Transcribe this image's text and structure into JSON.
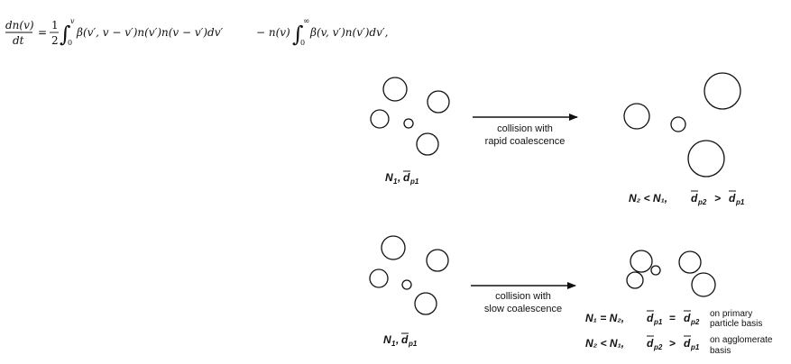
{
  "equation": {
    "lhs_num": "dn(v)",
    "lhs_den": "dt",
    "eq": "=",
    "half_num": "1",
    "half_den": "2",
    "int1_upper": "v",
    "int1_lower": "0",
    "term1": "β(v′, v − v′)n(v′)n(v − v′)dv′",
    "minus": "− n(v)",
    "int2_upper": "∞",
    "int2_lower": "0",
    "term2": "β(v, v′)n(v′)dv′,"
  },
  "rapid": {
    "arrow_label_line1": "collision with",
    "arrow_label_line2": "rapid coalescence",
    "left_N": "N",
    "left_N_sub": "1",
    "left_d": "d",
    "left_d_sub": "p1",
    "right_text": "N₂ < N₁,",
    "right_d_lhs": "d",
    "right_d_lhs_sub": "p2",
    "right_gt": ">",
    "right_d_rhs": "d",
    "right_d_rhs_sub": "p1"
  },
  "slow": {
    "arrow_label_line1": "collision with",
    "arrow_label_line2": "slow coalescence",
    "left_N": "N",
    "left_N_sub": "1",
    "left_d": "d",
    "left_d_sub": "p1",
    "eq1_text": "N₁ = N₂,",
    "eq1_d_lhs": "d",
    "eq1_d_lhs_sub": "p1",
    "eq1_eq": "=",
    "eq1_d_rhs": "d",
    "eq1_d_rhs_sub": "p2",
    "eq1_note_line1": "on primary",
    "eq1_note_line2": "particle basis",
    "eq2_text": "N₂ < N₁,",
    "eq2_d_lhs": "d",
    "eq2_d_lhs_sub": "p2",
    "eq2_gt": ">",
    "eq2_d_rhs": "d",
    "eq2_d_rhs_sub": "p1",
    "eq2_note_line1": "on agglomerate",
    "eq2_note_line2": "basis"
  }
}
